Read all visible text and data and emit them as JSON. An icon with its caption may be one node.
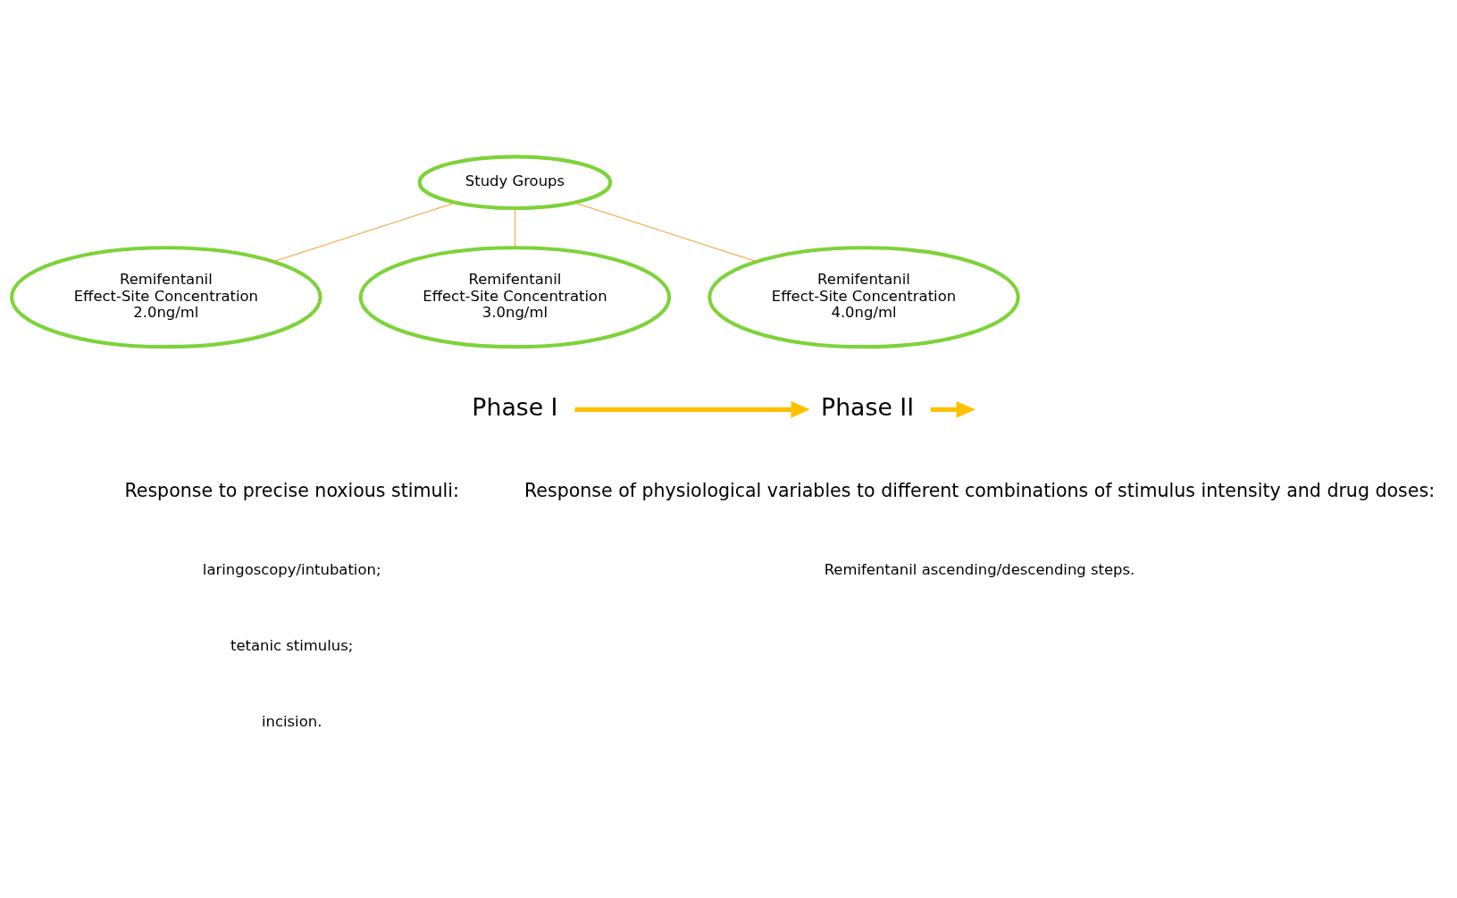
{
  "diagram": {
    "nodes": [
      {
        "text": [
          "Study Groups"
        ]
      },
      {
        "text": [
          "Remifentanil",
          "Effect-Site Concentration",
          "2.0ng/ml"
        ]
      },
      {
        "text": [
          "Remifentanil",
          "Effect-Site Concentration",
          "3.0ng/ml"
        ]
      },
      {
        "text": [
          "Remifentanil",
          "Effect-Site Concentration",
          "4.0ng/ml"
        ]
      },
      {
        "text": [
          "Phase I"
        ]
      },
      {
        "text": [
          "Phase II"
        ]
      }
    ],
    "edges": [
      {
        "from": 0,
        "to": 1,
        "arrow": "none",
        "color": "#f7a035"
      },
      {
        "from": 0,
        "to": 2,
        "arrow": "none",
        "color": "#f7a035"
      },
      {
        "from": 0,
        "to": 3,
        "arrow": "none",
        "color": "#f7a035"
      },
      {
        "from": 4,
        "to": 5,
        "arrow": "to",
        "style": "thick",
        "color": "#ffc000"
      },
      {
        "from": 5,
        "to": null,
        "arrow": "to",
        "style": "thick",
        "color": "#ffc000"
      }
    ],
    "labels": [
      "Response to precise noxious stimuli:",
      "laringoscopy/intubation;",
      "tetanic stimulus;",
      "incision.",
      "Response of physiological variables to different combinations of stimulus intensity and drug doses:",
      "Remifentanil ascending/descending steps."
    ]
  }
}
